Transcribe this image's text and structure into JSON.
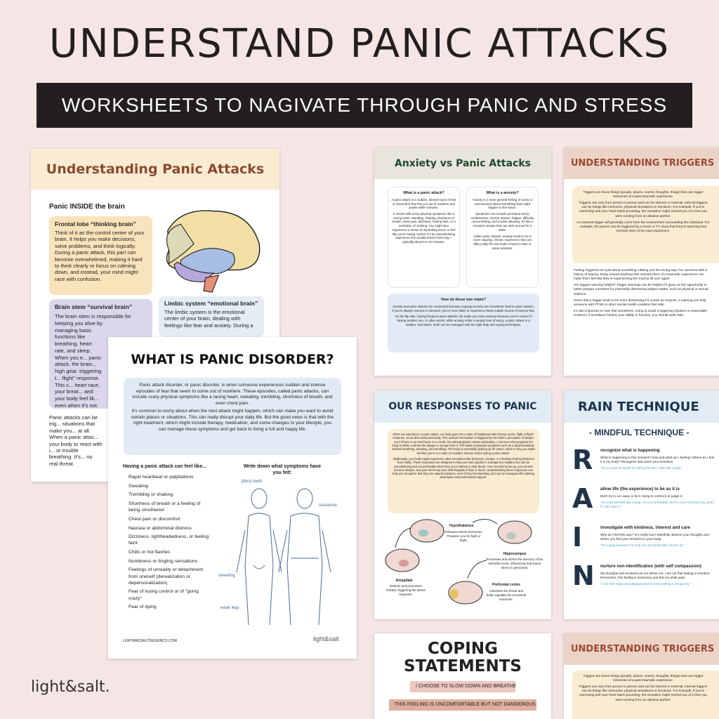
{
  "header": {
    "title": "UNDERSTAND PANIC ATTACKS",
    "subtitle": "WORKSHEETS TO NAGIVATE THROUGH PANIC AND STRESS"
  },
  "page1": {
    "title": "Understanding Panic Attacks",
    "section": "Panic INSIDE the brain",
    "frontal": {
      "title": "Frontal lobe “thinking brain”",
      "body": "Think of it as the control center of your brain. It helps you make decisions, solve problems, and think logically. During a panic attack, this part can become overwhelmed, making it hard to think clearly or focus on calming down, and instead, your mind might race with confusion."
    },
    "stem": {
      "title": "Brain stem “survival brain”",
      "body": "The brain stem is responsible for keeping you alive by managing basic functions like breathing, heart rate, and sleep. When you e... panic attack, the brain... high gear, triggering t... flight” response. This c... heart race, your breat... and your body feel lik... even when it’s not."
    },
    "limbic": {
      "title": "Limbic system “emotional brain”",
      "body": "The limbic system is the emotional center of your brain, dealing with feelings like fear and anxiety. During a"
    },
    "footer": "Panic attacks can be trig... situations that make you... at all. When a panic attac... your body to react with i... or trouble breathing. It’s... no real threat."
  },
  "page2": {
    "title": "WHAT IS PANIC DISORDER?",
    "intro1": "Panic attack disorder, or panic disorder, is when someone experiences sudden and intense episodes of fear that seem to come out of nowhere. These episodes, called panic attacks, can include scary physical symptoms like a racing heart, sweating, trembling, shortness of breath, and even chest pain.",
    "intro2": "It’s common to worry about when the next attack might happen, which can make you want to avoid certain places or situations. This can really disrupt your daily life. But the good news is that with the right treatment, which might include therapy, medication, and some changes to your lifestyle, you can manage these symptoms and get back to living a full and happy life.",
    "list_title": "Having a panic attack can feel like...",
    "symptoms": [
      "Rapid heartbeat or palpitations",
      "Sweating",
      "Trembling or shaking",
      "Shortness of breath or a feeling of being smothered",
      "Chest pain or discomfort",
      "Nausea or abdominal distress",
      "Dizziness, lightheadedness, or feeling faint",
      "Chills or hot flashes",
      "Numbness or tingling sensations",
      "Feelings of unreality or detachment from oneself (derealization or depersonalization)",
      "Fear of losing control or of \"going crazy\"",
      "Fear of dying"
    ],
    "write_title": "Write down what symptoms have you felt:",
    "notes": {
      "teeth": "jittery teeth",
      "nausea": "nauseous",
      "sweat": "sweating",
      "legs": "weak legs"
    },
    "website": "LIGHTANDSALTDESIGNCO.COM",
    "brand": "light&salt"
  },
  "page3": {
    "title": "Anxiety vs Panic Attacks",
    "q1": "What is a panic attack?",
    "a1a": "A panic attack is a sudden, intense burst of fear or discomfort that hits you out of nowhere and peaks within minutes.",
    "a1b": "It comes with scary physical symptoms like a racing heart, sweating, shaking, shortness of breath, chest pain, dizziness, feeling faint, or a sensation of choking. You might also experience a sense of impending doom or feel like you’re losing control. It’s an overwhelming experience but usually doesn’t last long—typically about 5 to 20 minutes.",
    "q2": "What is a anxiety?",
    "a2a": "Anxiety is a more general feeling of worry or nervousness about something that might happen in the future.",
    "a2b": "Symptoms can include persistent worry, restlessness, muscle tension, fatigue, difficulty concentrating, and trouble sleeping. It’s like a constant unease that can stick around for a while.",
    "a2c": "Unlike panic attacks, anxiety tends to be a more ongoing, chronic experience that can affect daily life and make it hard to relax or enjoy activities.",
    "q3": "How do these two relate?",
    "a3a": "Anxiety and panic attacks are connected because ongoing anxiety can sometimes lead to panic attacks. If you’re always worried or stressed, you’re more likely to experience these sudden bursts of intense fear.",
    "a3b": "On the flip side, having frequent panic attacks can make you more anxious because you’re scared of having another one. In other words, while anxiety is like a steady hum of worry, a panic attack is a sudden, loud alarm. Both can be managed with the right help and coping techniques."
  },
  "page4": {
    "title": "UNDERSTANDING TRIGGERS",
    "box": [
      "Triggers are those things (people, places, events, thoughts, things) that can trigger memories of a past traumatic experience.",
      "Triggers can vary from person to person and can be internal or external. Internal triggers can be things like memories, physical sensations or emotions. For example, if you’re exercising and your heart starts pounding, the sensation might remind you of a time you were running from an abusive partner.",
      "An external trigger will generally come from the environment surrounding the individual. For example, the person can be triggered by a movie or TV show that they’re watching that reminds them of the past experience."
    ],
    "body": [
      "Feeling triggered isn’t just about something rubbing you the wrong way. For someone with a history of trauma, being around anything that reminds them of a traumatic experience can make them feel like they’re experiencing the trauma all over again.",
      "Are triggers warning helpful? Trigger warnings can be helpful if it gives us the opportunity to better prepare ourselves for potentially distressing subject matter, such as physical or sexual violence.",
      "Given that a trigger tends to be more distressing if it comes as surprise, a warning can help someone with PTSD or other mental health condition feel safe.",
      "It’s also important to note that sometimes, trying to avoid a triggering situation is reasonable. However, if avoidance hinders your ability to function, you should seek help."
    ]
  },
  "page5": {
    "title": "OUR RESPONSES TO PANIC",
    "p1": "When we experience a panic attack, our body goes into a state of heightened alert known as the \"fight or flight\" response, as we discussed previously. This survival mechanism is triggered by the brain’s perception of danger, even if there is no real threat. As a result, the adrenal glands release adrenaline, a hormone that prepares the body to either confront the danger or escape from it. This leads to physical symptoms such as a rapid heartbeat, shallow breathing, sweating, and trembling. The body is essentially gearing up for action, which is why you might feel like you’re in a state of constant, intense stress during a panic attack.",
    "p2": "Additionally, your body might experience other sensations like dizziness, nausea, or a feeling of being detached from reality. These responses are designed to help you react quickly in a dangerous situation but can be overwhelming and uncomfortable when they occur without a clear threat. Your muscles tense up, your senses become sharper, and your mind may race with thoughts of fear or doom. Understanding these responses can help you recognize that they are natural reactions, even if they feel alarming, and can be managed with calming techniques and professional support.",
    "hypo": {
      "name": "Hypothalamus",
      "desc": "Releases stress hormones. Prepares you for fight or flight."
    },
    "hippo": {
      "name": "Hippocampus",
      "desc": "Processes and stores the memory of the stressful event, influencing how future stress is perceived."
    },
    "amyg": {
      "name": "Amygdala",
      "desc": "Detects and processes threats, triggering the stress response."
    },
    "pfc": {
      "name": "Prefrontal cortex",
      "desc": "Assesses the threat and helps regulate the emotional response."
    }
  },
  "page6": {
    "title": "RAIN TECHNIQUE",
    "subtitle": "- MINDFUL TECHNIQUE -",
    "steps": [
      {
        "letter": "R",
        "title": "recognize what is happening",
        "body": "What is happening in this moment? How and what am I feeling? Where do I feel it in my body? Recognize and name your emotions.",
        "quote": "\"I'm so mad at myself for failing the test. I feel like crying.\""
      },
      {
        "letter": "A",
        "title": "allow life (the experience) to be as it is",
        "body": "Don't try to run away or fix it, trying to control it or judge it.",
        "quote": "\"I'm mad and feel like crying. I'm uncomfortable, but it's ok to feel this way, even if I don't like it.\""
      },
      {
        "letter": "I",
        "title": "investigate with kindness, interest and care",
        "body": "Why do I feel this way? Is it really true? Mindfully observe your thoughts and where you feel your emotions in your body.",
        "quote": "\"I'm crying because I'm mad. It's uncomfortable, but it's ok.\""
      },
      {
        "letter": "N",
        "title": "nurture non-identification (with self compassion)",
        "body": "My thoughts and emotions do not define me. I am not that feeling or emotion. Remember, this feeling is temporary and this too shall pass.",
        "quote": "\"I can feel angry and disappointed but this feeling is temporary\""
      }
    ]
  },
  "page7": {
    "title1": "COPING",
    "title2": "STATEMENTS",
    "statements": [
      "I CHOOSE TO SLOW DOWN AND BREATHE",
      "THIS FEELING IS UNCOMFORTABLE BUT NOT DANGEROUS"
    ]
  },
  "page8": {
    "title": "UNDERSTANDING TRIGGERS",
    "box": [
      "Triggers are those things (people, places, events, thoughts, things) that can trigger memories of a past traumatic experience.",
      "Triggers can vary from person to person and can be internal or external. Internal triggers can be things like memories, physical sensations or emotions. For example, if you’re exercising and your heart starts pounding, the sensation might remind you of a time you were running from an abusive partner."
    ]
  },
  "brand_logo": "light&salt.",
  "colors": {
    "background": "#f5e5e5",
    "banner": "#231f20",
    "brown": "#8a4a2e",
    "green": "#1e4a2c",
    "navy": "#1c3550",
    "blue_quote": "#4a9ac8"
  }
}
